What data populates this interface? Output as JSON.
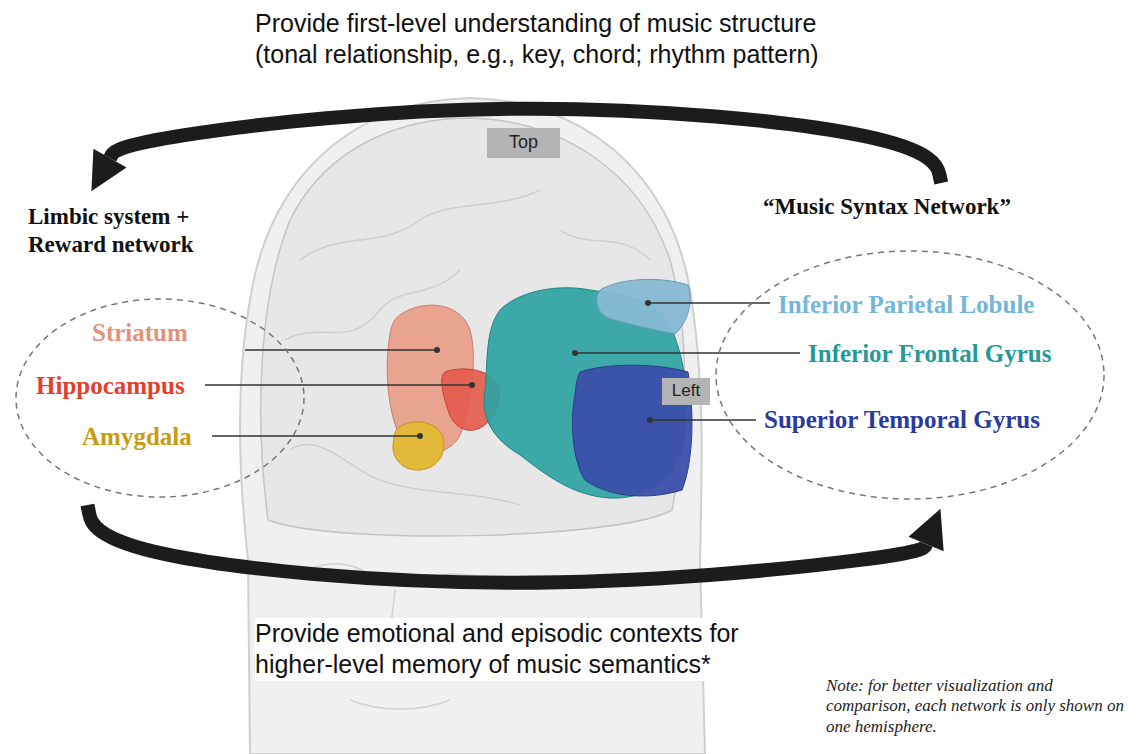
{
  "diagram": {
    "nodes": [
      {
        "text": [
          "Top"
        ]
      },
      {
        "text": [
          "Limbic system + Reward network",
          "Striatum",
          "Hippocampus",
          "Amygdala"
        ]
      },
      {
        "text": [
          "“Music Syntax Network”",
          "Inferior Parietal Lobule",
          "Inferior Frontal Gyrus",
          "Superior Temporal Gyrus"
        ]
      },
      {
        "text": [
          "Left"
        ]
      }
    ],
    "edges": [
      {
        "from": 2,
        "to": 1,
        "arrow": "to",
        "label": "Provide first-level understanding of music structure (tonal relationship, e.g., key, chord; rhythm pattern)"
      },
      {
        "from": 1,
        "to": 2,
        "arrow": "to",
        "label": "Provide emotional and episodic contexts for higher-level memory of music semantics*"
      }
    ],
    "labels": [
      "Note: for better visualization and comparison, each network is only shown on one hemisphere."
    ]
  }
}
